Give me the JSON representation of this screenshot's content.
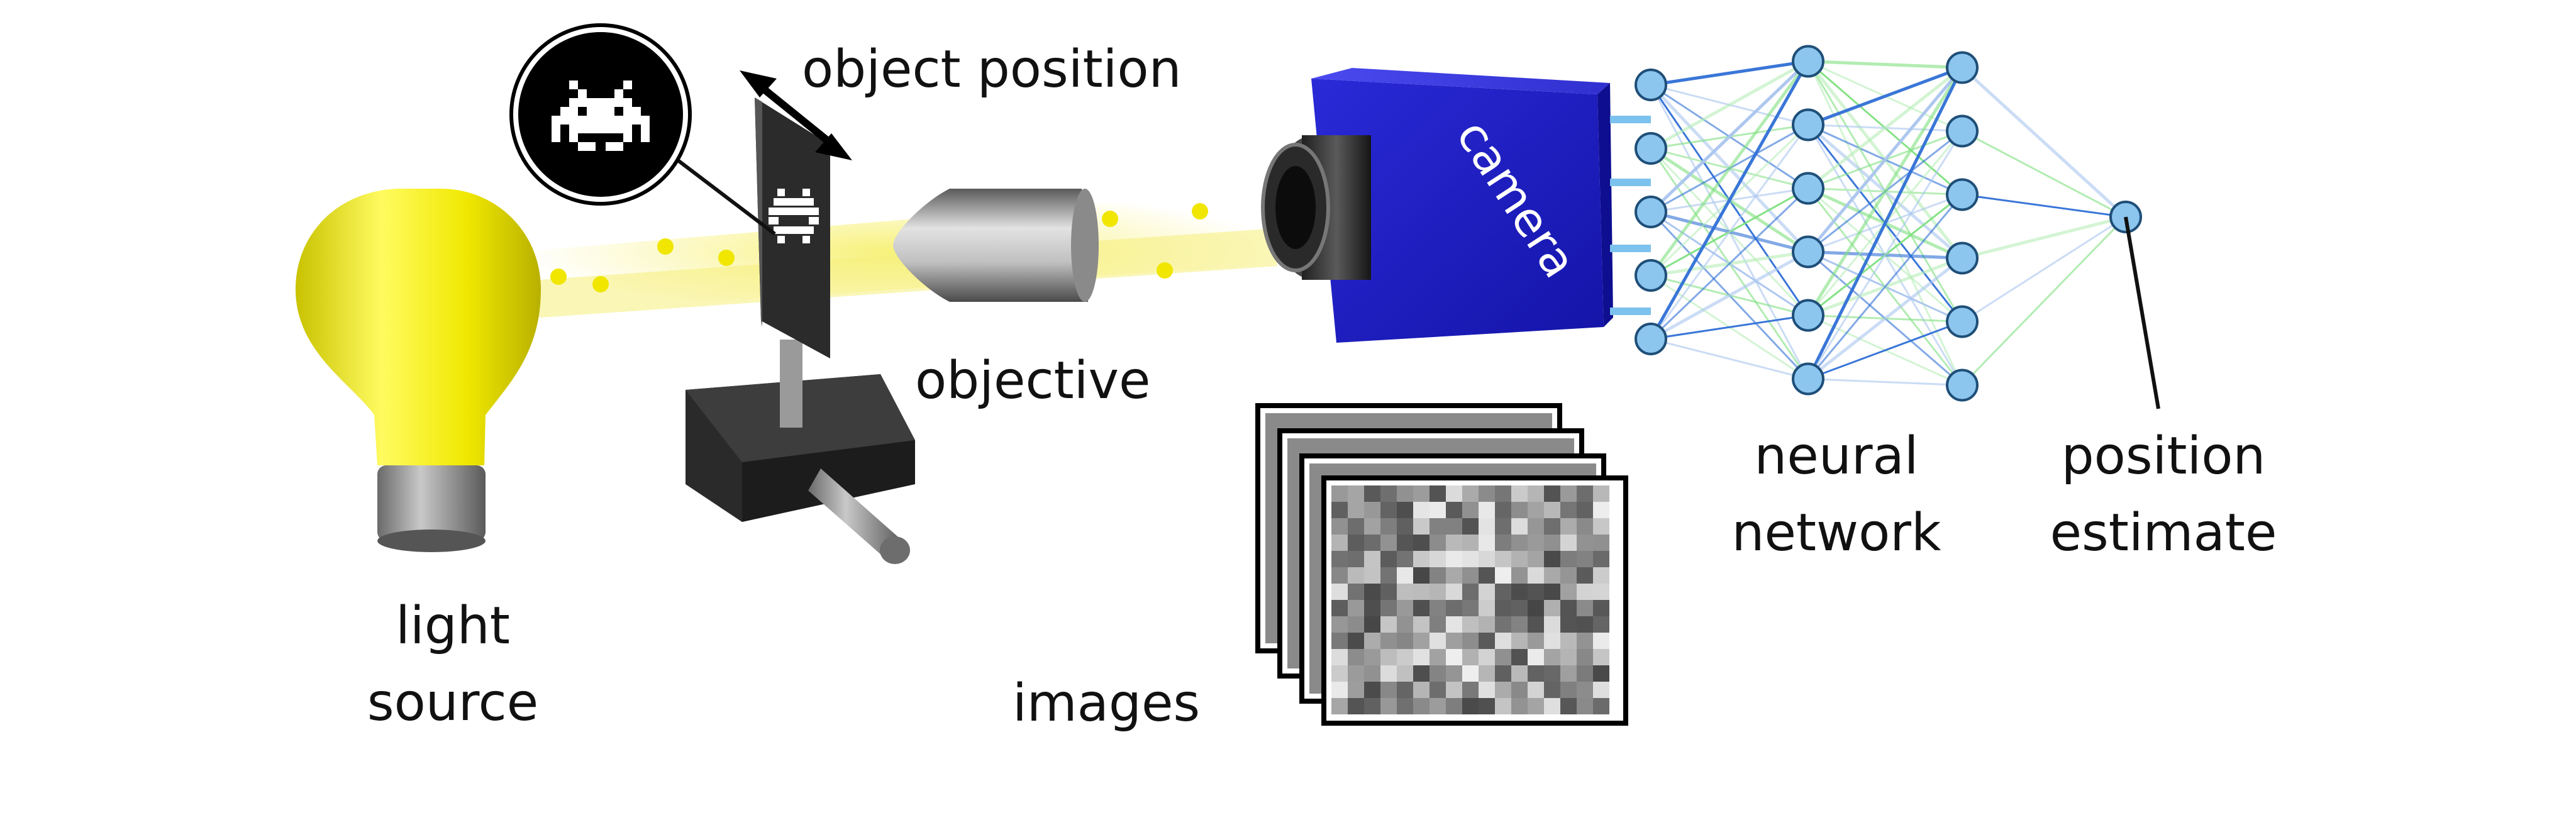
{
  "labels": {
    "object_position": "object position",
    "objective": "objective",
    "camera": "camera",
    "light_source": [
      "light",
      "source"
    ],
    "images": "images",
    "neural_network": [
      "neural",
      "network"
    ],
    "position_estimate": [
      "position",
      "estimate"
    ]
  },
  "colors": {
    "bulb": "#f3ef1c",
    "beam": "#f6ee7a",
    "photon": "#f0e600",
    "camera_body": "#2525c8",
    "nn_node": "#8cc6ef",
    "nn_edge_blue": "#2f6fd6",
    "nn_edge_green": "#7ee07e"
  },
  "icons": [
    "space-invader-icon",
    "double-arrow-icon"
  ],
  "neural_network": {
    "layers": [
      5,
      6,
      6,
      1
    ]
  }
}
